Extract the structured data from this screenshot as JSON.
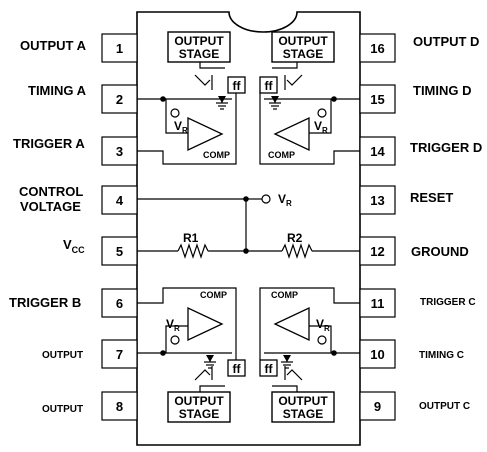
{
  "pins": [
    {
      "num": "1",
      "label": "OUTPUT A"
    },
    {
      "num": "2",
      "label": "TIMING A"
    },
    {
      "num": "3",
      "label": "TRIGGER A"
    },
    {
      "num": "4",
      "label_line1": "CONTROL",
      "label_line2": "VOLTAGE"
    },
    {
      "num": "5",
      "label": "V",
      "label_sub": "CC"
    },
    {
      "num": "6",
      "label": "TRIGGER B"
    },
    {
      "num": "7",
      "label": "OUTPUT"
    },
    {
      "num": "8",
      "label": "OUTPUT"
    },
    {
      "num": "9",
      "label": "OUTPUT C"
    },
    {
      "num": "10",
      "label": "TIMING C"
    },
    {
      "num": "11",
      "label": "TRIGGER C"
    },
    {
      "num": "12",
      "label": "GROUND"
    },
    {
      "num": "13",
      "label": "RESET"
    },
    {
      "num": "14",
      "label": "TRIGGER D"
    },
    {
      "num": "15",
      "label": "TIMING D"
    },
    {
      "num": "16",
      "label": "OUTPUT D"
    }
  ],
  "blocks": {
    "output_stage_line1": "OUTPUT",
    "output_stage_line2": "STAGE",
    "flipflop": "ff",
    "comparator": "COMP",
    "vref": "V",
    "vref_sub": "R"
  },
  "resistors": {
    "r1": "R1",
    "r2": "R2"
  },
  "colors": {
    "line": "#000000",
    "background": "#ffffff"
  }
}
